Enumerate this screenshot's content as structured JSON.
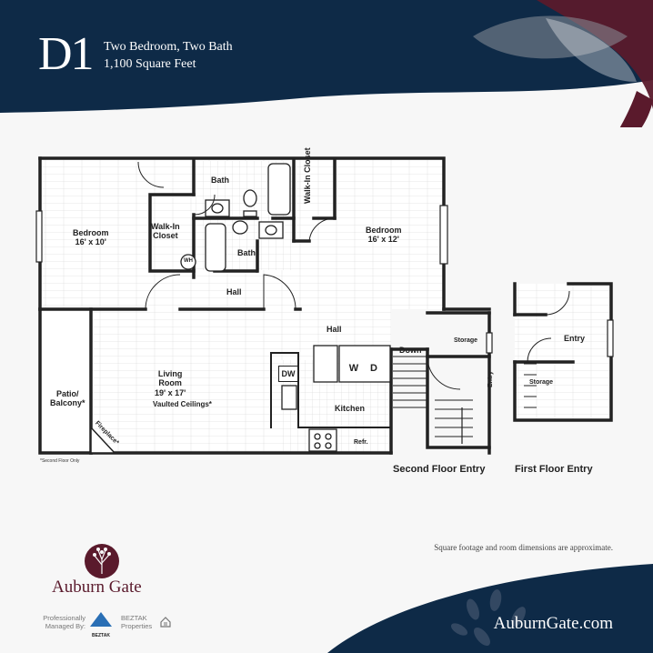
{
  "header": {
    "unit_code": "D1",
    "layout": "Two Bedroom, Two Bath",
    "area": "1,100 Square Feet"
  },
  "rooms": {
    "bedroom_left": "Bedroom",
    "bedroom_left_size": "16' x 10'",
    "walkin_left": "Walk-In",
    "walkin_left_2": "Closet",
    "bath_top": "Bath",
    "bath_mid": "Bath",
    "walkin_right": "Walk-In Closet",
    "bedroom_right": "Bedroom",
    "bedroom_right_size": "16' x 12'",
    "wh": "WH",
    "hall_upper": "Hall",
    "hall_lower": "Hall",
    "patio": "Patio/",
    "patio_2": "Balcony*",
    "living": "Living",
    "living_2": "Room",
    "living_size": "19' x 17'",
    "vaulted": "Vaulted Ceilings*",
    "fireplace": "Fireplace*",
    "dw": "DW",
    "kitchen": "Kitchen",
    "washer": "W",
    "dryer": "D",
    "down": "Down",
    "storage_2f": "Storage",
    "entry_2f": "Entry",
    "refr": "Refr.",
    "entry_1f": "Entry",
    "storage_1f": "Storage"
  },
  "captions": {
    "second_floor": "Second Floor Entry",
    "first_floor": "First Floor Entry",
    "second_floor_only": "*Second Floor Only"
  },
  "disclaimer": "Square footage and room dimensions are approximate.",
  "footer": {
    "brand": "Auburn Gate",
    "managed_1": "Professionally",
    "managed_2": "Managed By:",
    "mgmt_logo": "BEZTAK",
    "mgmt_name_1": "BEZTAK",
    "mgmt_name_2": "Properties",
    "website": "AuburnGate.com"
  },
  "colors": {
    "navy": "#0e2a47",
    "burgundy": "#5a1a2c",
    "wall": "#222222"
  }
}
